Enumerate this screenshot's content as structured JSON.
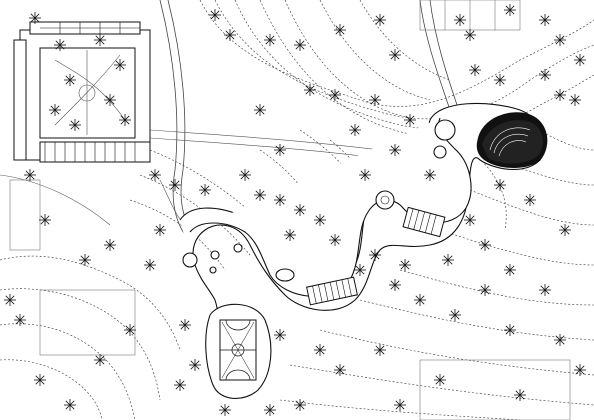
{
  "drawing": {
    "type": "site plan",
    "labels": []
  },
  "features": {
    "campus_building": "school-courtyard-building",
    "walkway": "serpentine-walkway",
    "amphitheater": "amphitheater",
    "sports_court": "basketball-court",
    "parking": "parking-lot"
  }
}
